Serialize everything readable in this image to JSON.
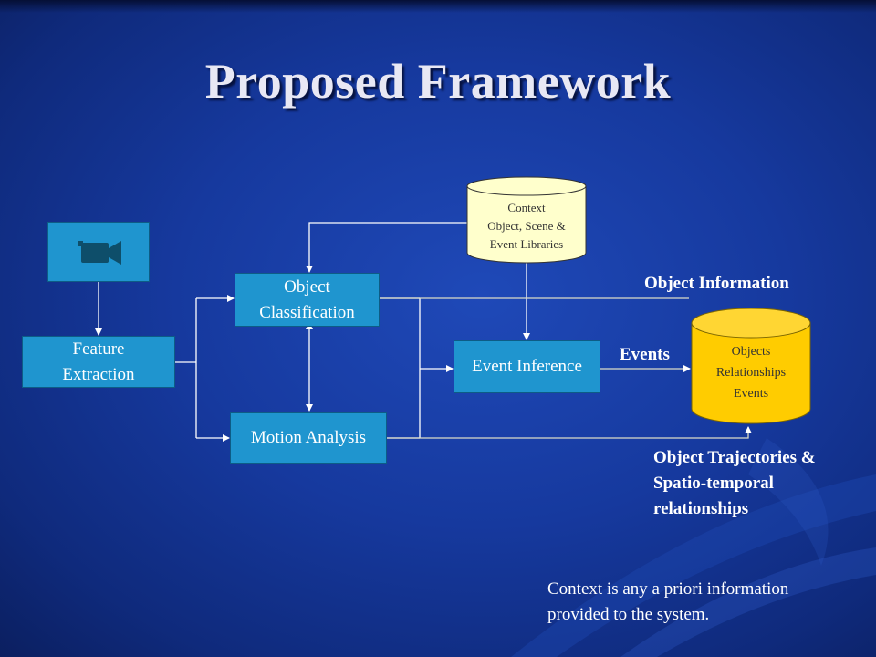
{
  "title": "Proposed Framework",
  "nodes": {
    "feature_extraction": "Feature\nExtraction",
    "object_classification": "Object\nClassification",
    "motion_analysis": "Motion Analysis",
    "event_inference": "Event Inference",
    "context_db": {
      "line1": "Context",
      "line2": "Object, Scene &",
      "line3": "Event Libraries"
    },
    "output_db": {
      "line1": "Objects",
      "line2": "Relationships",
      "line3": "Events"
    }
  },
  "labels": {
    "object_information": "Object Information",
    "events": "Events",
    "trajectories_line1": "Object Trajectories &",
    "trajectories_line2": "Spatio-temporal",
    "trajectories_line3": "relationships"
  },
  "note": {
    "line1": "Context is any a priori information",
    "line2": "provided to the system."
  },
  "icons": {
    "camera": "video-camera-icon"
  },
  "colors": {
    "background": "#16399e",
    "process_box": "#1f95cf",
    "context_db": "#ffffcc",
    "output_db": "#ffcc00",
    "connector": "#dcdcc8"
  }
}
